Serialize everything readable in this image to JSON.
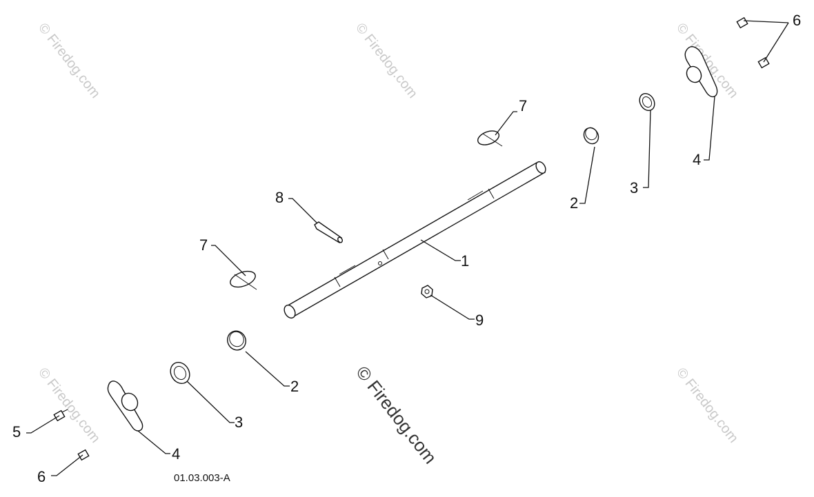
{
  "diagram": {
    "drawing_code": "01.03.003-A",
    "watermark": "© Firedog.com",
    "callouts": [
      "1",
      "2",
      "3",
      "4",
      "5",
      "6",
      "7",
      "8",
      "9"
    ]
  },
  "colors": {
    "line": "#111111",
    "watermark": "#c9c9c9",
    "background": "#ffffff"
  }
}
